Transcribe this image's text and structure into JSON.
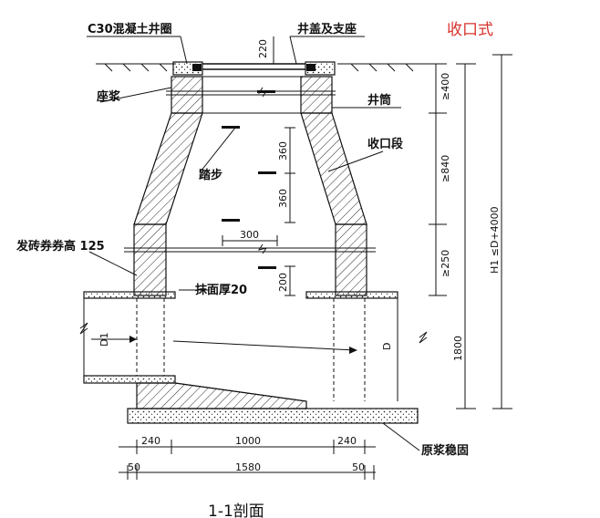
{
  "style_label": "收口式",
  "labels": {
    "ring": "C30混凝土井圈",
    "cover": "井盖及支座",
    "mortar": "座浆",
    "shaft": "井筒",
    "reducer": "收口段",
    "steps": "踏步",
    "arch": "发砖券券高 125",
    "plaster": "抹面厚20",
    "base": "原浆稳固"
  },
  "dims": {
    "d220": "220",
    "d400": "≥400",
    "d840": "≥840",
    "d250": "≥250",
    "h1": "H1 ≤D+4000",
    "d360a": "360",
    "d360b": "360",
    "d300": "300",
    "d200": "200",
    "d1800": "1800",
    "d240a": "240",
    "d1000": "1000",
    "d240b": "240",
    "d50a": "50",
    "d1580": "1580",
    "d50b": "50",
    "pipe_in": "D1",
    "pipe_out": "D"
  },
  "caption": "1-1剖面"
}
